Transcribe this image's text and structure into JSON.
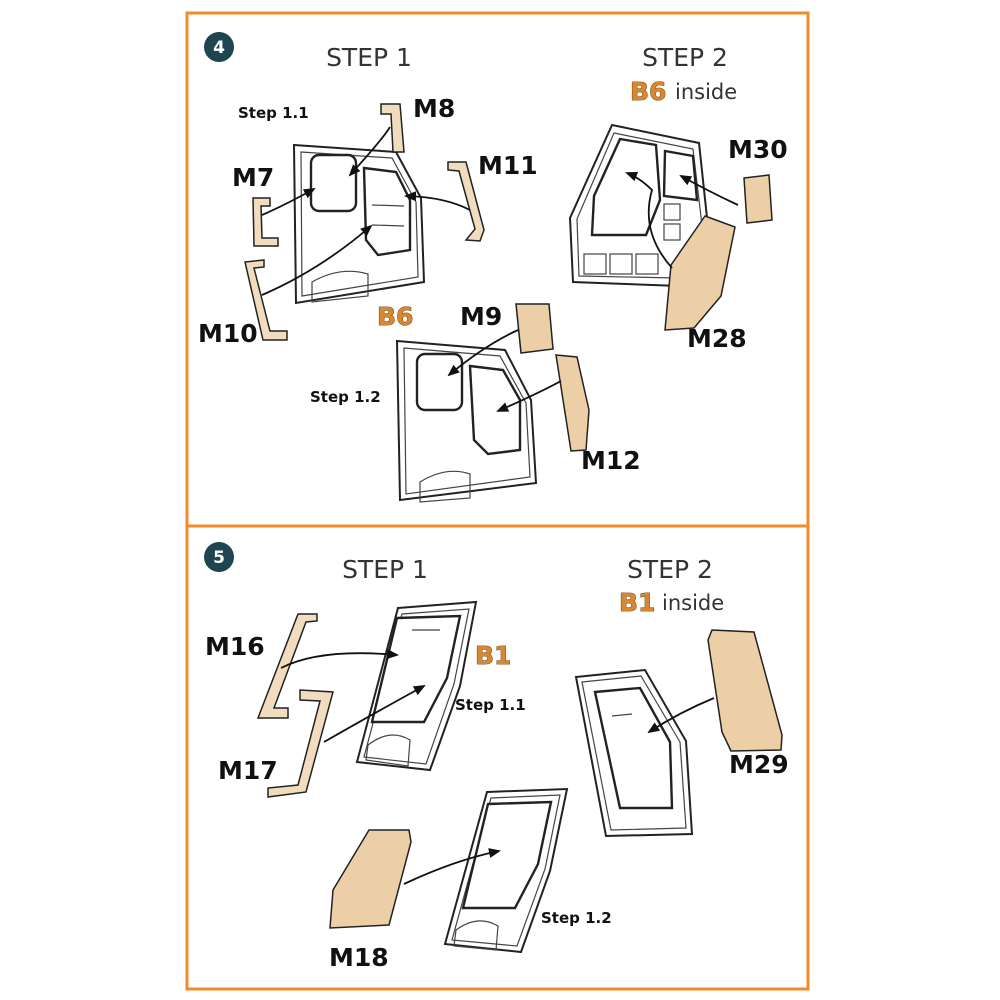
{
  "panels": [
    {
      "number": "4",
      "step1": {
        "title": "STEP 1",
        "sub1": "Step 1.1",
        "sub2": "Step 1.2",
        "ref": "B6"
      },
      "step2": {
        "title": "STEP 2",
        "ref": "B6",
        "inside": "inside"
      },
      "parts": [
        "M8",
        "M7",
        "M11",
        "M10",
        "M9",
        "M12",
        "M30",
        "M28"
      ]
    },
    {
      "number": "5",
      "step1": {
        "title": "STEP 1",
        "sub1": "Step 1.1",
        "sub2": "Step 1.2",
        "ref": "B1"
      },
      "step2": {
        "title": "STEP 2",
        "ref": "B1",
        "inside": "inside"
      },
      "parts": [
        "M16",
        "M17",
        "M18",
        "M29"
      ]
    }
  ],
  "colors": {
    "frame": "#f08a2a",
    "badge": "#1f4550",
    "ref_text": "#d8862f",
    "masking_part": "#eccfa6"
  }
}
